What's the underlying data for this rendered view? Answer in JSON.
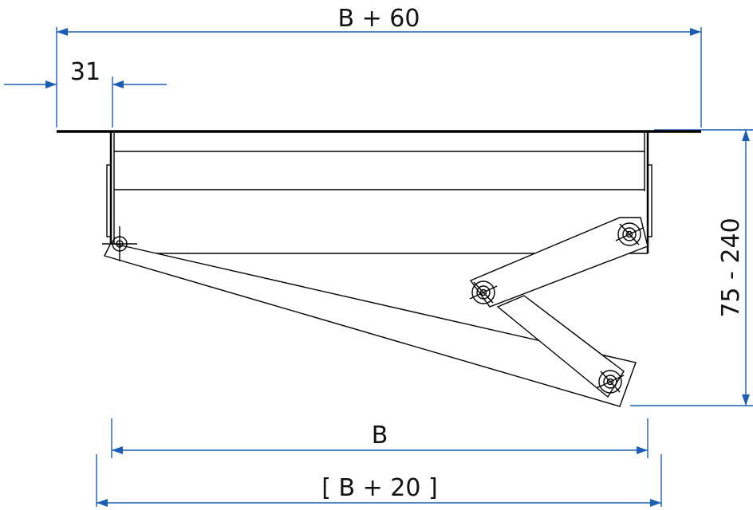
{
  "colors": {
    "dimension": "#1a5fb4",
    "outline": "#000000",
    "text": "#111111"
  },
  "dimensions": {
    "top_width": "B + 60",
    "flange_offset": "31",
    "height_range": "75 - 240",
    "inner_width": "B",
    "outer_width": "[ B + 20 ]"
  }
}
